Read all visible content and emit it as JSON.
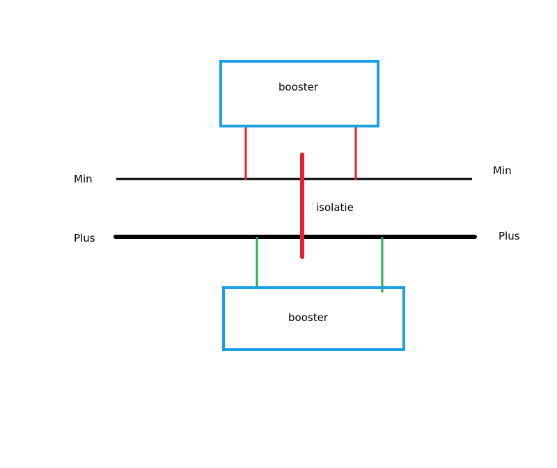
{
  "colors": {
    "box_border": "#1ba1e2",
    "min_connector": "#e8202a",
    "plus_connector": "#22b14c",
    "isolation": "#e8202a",
    "rail": "#000000"
  },
  "top_booster": {
    "label": "booster"
  },
  "bottom_booster": {
    "label": "booster"
  },
  "rails": {
    "min": {
      "label_left": "Min",
      "label_right": "Min"
    },
    "plus": {
      "label_left": "Plus",
      "label_right": "Plus"
    }
  },
  "isolation": {
    "label": "isolatie"
  }
}
